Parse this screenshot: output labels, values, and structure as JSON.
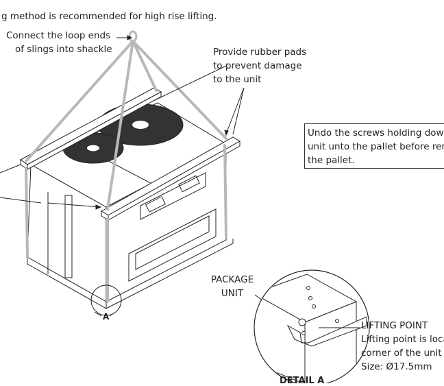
{
  "intro_text": "g method is recommended for high rise lifting.",
  "annotations": {
    "shackle": [
      "Connect the loop ends",
      "of slings into shackle"
    ],
    "rubber_pads": [
      "Provide rubber pads",
      "to prevent damage",
      "to the unit"
    ],
    "screws": [
      "Undo the screws holding down",
      "unit unto the pallet before remo",
      "the pallet."
    ],
    "package_unit": [
      "PACKAGE",
      "UNIT"
    ],
    "lifting_point_title": "LIFTING POINT",
    "lifting_point_desc": [
      "Lifting point is loca",
      "corner of the unit (",
      "Size: Ø17.5mm"
    ]
  },
  "detail_marker": "A",
  "detail_title": "DETAIL A",
  "colors": {
    "line": "#222222",
    "sling": "#b8b8b8",
    "fill": "#ffffff",
    "fan": "#333333"
  }
}
